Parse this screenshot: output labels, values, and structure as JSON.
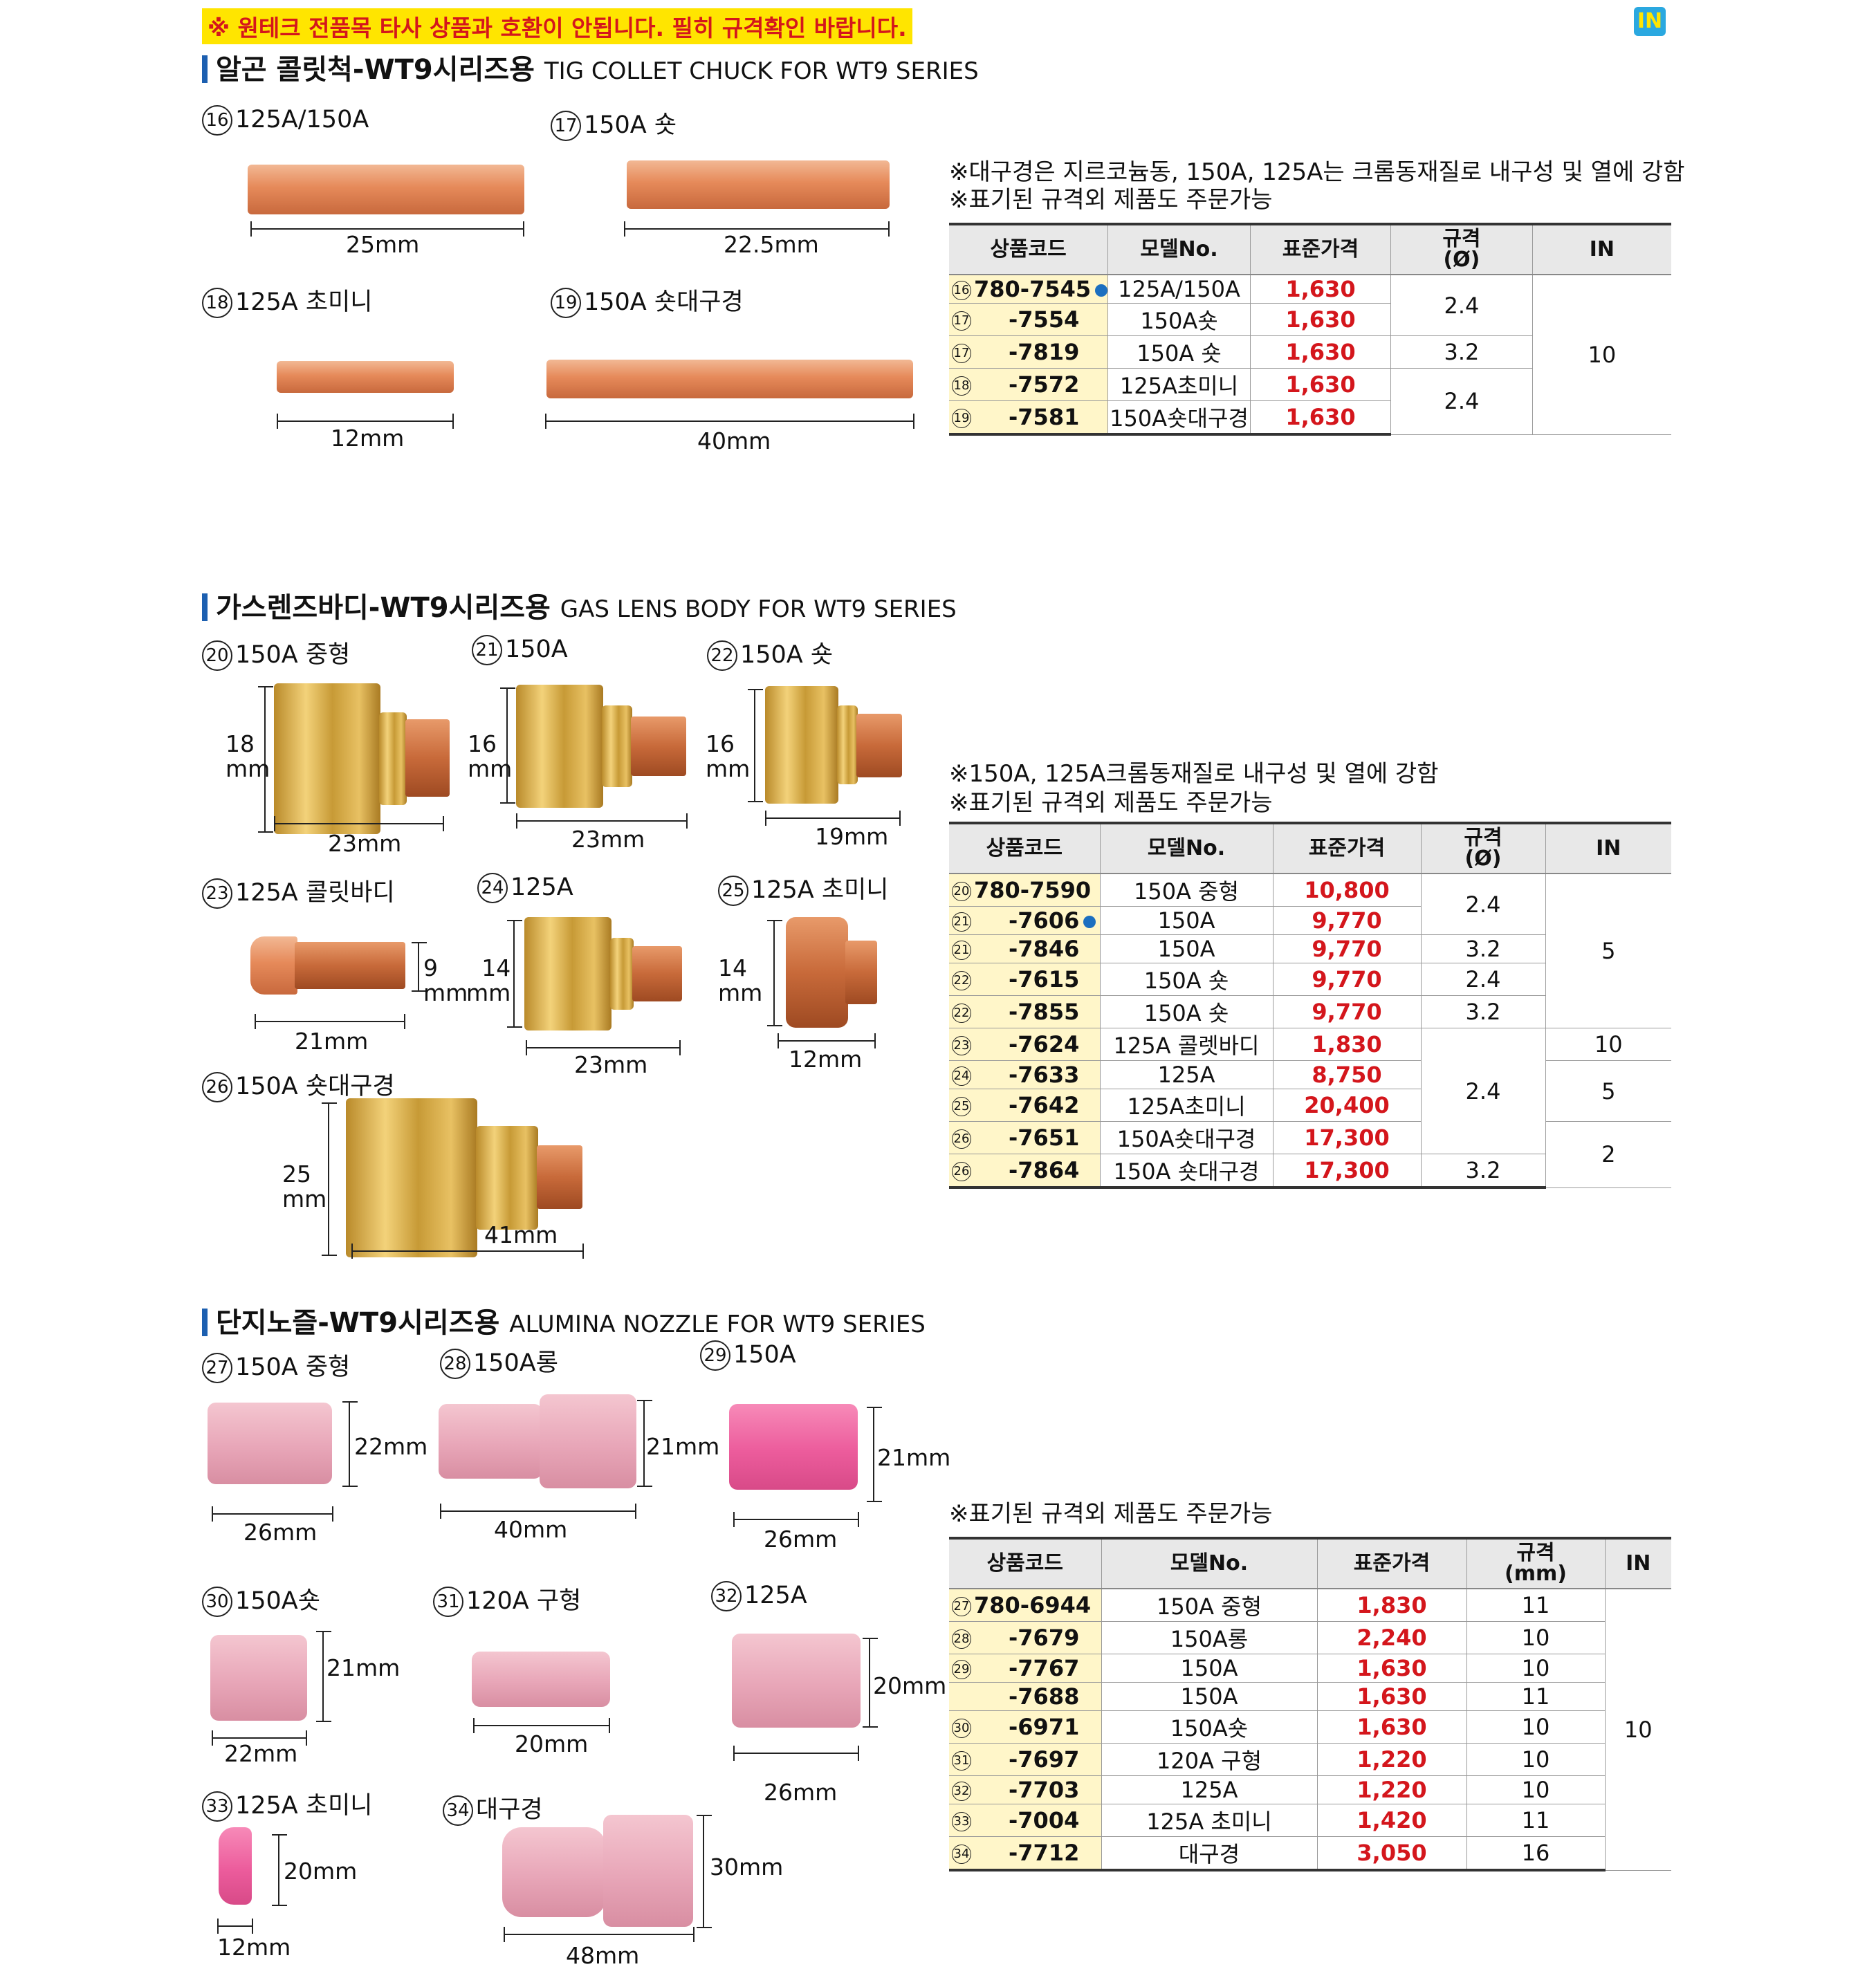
{
  "notice": "※ 원테크 전품목 타사 상품과 호환이 안됩니다. 필히 규격확인 바랍니다.",
  "badge": "IN",
  "sec1": {
    "title_ko": "알곤 콜릿척-WT9시리즈용",
    "title_en": "TIG COLLET CHUCK FOR WT9 SERIES",
    "items": [
      {
        "num": "16",
        "label": "125A/150A",
        "dim": "25mm"
      },
      {
        "num": "17",
        "label": "150A 숏",
        "dim": "22.5mm"
      },
      {
        "num": "18",
        "label": "125A 초미니",
        "dim": "12mm"
      },
      {
        "num": "19",
        "label": "150A 숏대구경",
        "dim": "40mm"
      }
    ],
    "notes": [
      "※대구경은 지르코늄동, 150A, 125A는 크롬동재질로 내구성 및 열에 강함",
      "※표기된 규격외 제품도 주문가능"
    ],
    "headers": [
      "상품코드",
      "모델No.",
      "표준가격",
      "규격\n(Ø)",
      "IN"
    ],
    "rows": [
      {
        "n": "16",
        "code": "780-7545",
        "model": "125A/150A",
        "price": "1,630"
      },
      {
        "n": "17",
        "code": "-7554",
        "model": "150A숏",
        "price": "1,630"
      },
      {
        "n": "17",
        "code": "-7819",
        "model": "150A 숏",
        "price": "1,630"
      },
      {
        "n": "18",
        "code": "-7572",
        "model": "125A초미니",
        "price": "1,630"
      },
      {
        "n": "19",
        "code": "-7581",
        "model": "150A숏대구경",
        "price": "1,630"
      }
    ],
    "spec": [
      "2.4",
      "3.2",
      "2.4"
    ],
    "in": "10"
  },
  "sec2": {
    "title_ko": "가스렌즈바디-WT9시리즈용",
    "title_en": "GAS LENS BODY FOR WT9 SERIES",
    "items": [
      {
        "num": "20",
        "label": "150A 중형",
        "dim": "23mm",
        "vdim": "18\nmm"
      },
      {
        "num": "21",
        "label": "150A",
        "dim": "23mm",
        "vdim": "16\nmm"
      },
      {
        "num": "22",
        "label": "150A 숏",
        "dim": "19mm",
        "vdim": "16\nmm"
      },
      {
        "num": "23",
        "label": "125A 콜릿바디",
        "dim": "21mm",
        "vdim": "9\nmm"
      },
      {
        "num": "24",
        "label": "125A",
        "dim": "23mm",
        "vdim": "14\nmm"
      },
      {
        "num": "25",
        "label": "125A 초미니",
        "dim": "12mm",
        "vdim": "14\nmm"
      },
      {
        "num": "26",
        "label": "150A 숏대구경",
        "dim": "41mm",
        "vdim": "25\nmm"
      }
    ],
    "notes": [
      "※150A, 125A크롬동재질로 내구성 및 열에 강함",
      "※표기된 규격외 제품도 주문가능"
    ],
    "headers": [
      "상품코드",
      "모델No.",
      "표준가격",
      "규격\n(Ø)",
      "IN"
    ],
    "rows": [
      {
        "n": "20",
        "code": "780-7590",
        "model": "150A 중형",
        "price": "10,800"
      },
      {
        "n": "21",
        "code": "-7606",
        "model": "150A",
        "price": "9,770"
      },
      {
        "n": "21",
        "code": "-7846",
        "model": "150A",
        "price": "9,770"
      },
      {
        "n": "22",
        "code": "-7615",
        "model": "150A 숏",
        "price": "9,770"
      },
      {
        "n": "22",
        "code": "-7855",
        "model": "150A 숏",
        "price": "9,770"
      },
      {
        "n": "23",
        "code": "-7624",
        "model": "125A 콜렛바디",
        "price": "1,830"
      },
      {
        "n": "24",
        "code": "-7633",
        "model": "125A",
        "price": "8,750"
      },
      {
        "n": "25",
        "code": "-7642",
        "model": "125A초미니",
        "price": "20,400"
      },
      {
        "n": "26",
        "code": "-7651",
        "model": "150A숏대구경",
        "price": "17,300"
      },
      {
        "n": "26",
        "code": "-7864",
        "model": "150A 숏대구경",
        "price": "17,300"
      }
    ],
    "spec": [
      "2.4",
      "3.2",
      "2.4",
      "3.2",
      "2.4",
      "3.2"
    ],
    "in": [
      "5",
      "10",
      "5",
      "2"
    ]
  },
  "sec3": {
    "title_ko": "단지노즐-WT9시리즈용",
    "title_en": "ALUMINA NOZZLE FOR WT9 SERIES",
    "items": [
      {
        "num": "27",
        "label": "150A 중형",
        "dim": "26mm",
        "vdim": "22mm"
      },
      {
        "num": "28",
        "label": "150A롱",
        "dim": "40mm",
        "vdim": "21mm"
      },
      {
        "num": "29",
        "label": "150A",
        "dim": "26mm",
        "vdim": "21mm"
      },
      {
        "num": "30",
        "label": "150A숏",
        "dim": "22mm",
        "vdim": "21mm"
      },
      {
        "num": "31",
        "label": "120A 구형",
        "dim": "20mm",
        "vdim": ""
      },
      {
        "num": "32",
        "label": "125A",
        "dim": "26mm",
        "vdim": "20mm"
      },
      {
        "num": "33",
        "label": "125A 초미니",
        "dim": "12mm",
        "vdim": "20mm"
      },
      {
        "num": "34",
        "label": "대구경",
        "dim": "48mm",
        "vdim": "30mm"
      }
    ],
    "notes": [
      "※표기된 규격외 제품도 주문가능"
    ],
    "headers": [
      "상품코드",
      "모델No.",
      "표준가격",
      "규격\n(mm)",
      "IN"
    ],
    "rows": [
      {
        "n": "27",
        "code": "780-6944",
        "model": "150A 중형",
        "price": "1,830",
        "spec": "11"
      },
      {
        "n": "28",
        "code": "-7679",
        "model": "150A롱",
        "price": "2,240",
        "spec": "10"
      },
      {
        "n": "29",
        "code": "-7767",
        "model": "150A",
        "price": "1,630",
        "spec": "10"
      },
      {
        "n": "",
        "code": "-7688",
        "model": "150A",
        "price": "1,630",
        "spec": "11"
      },
      {
        "n": "30",
        "code": "-6971",
        "model": "150A숏",
        "price": "1,630",
        "spec": "10"
      },
      {
        "n": "31",
        "code": "-7697",
        "model": "120A 구형",
        "price": "1,220",
        "spec": "10"
      },
      {
        "n": "32",
        "code": "-7703",
        "model": "125A",
        "price": "1,220",
        "spec": "10"
      },
      {
        "n": "33",
        "code": "-7004",
        "model": "125A 초미니",
        "price": "1,420",
        "spec": "11"
      },
      {
        "n": "34",
        "code": "-7712",
        "model": "대구경",
        "price": "3,050",
        "spec": "16"
      }
    ],
    "in": "10"
  }
}
